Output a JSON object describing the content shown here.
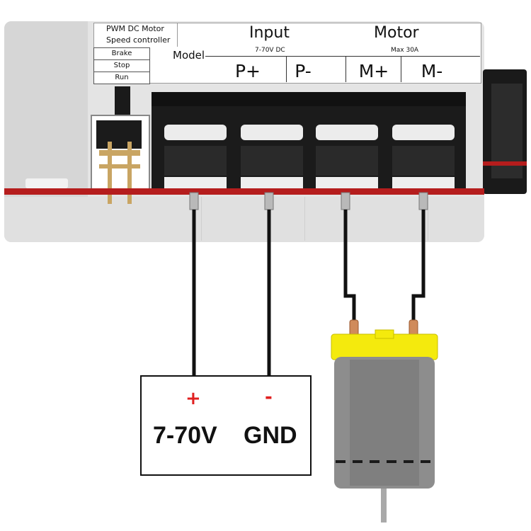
{
  "controller": {
    "title_line1": "PWM DC Motor",
    "title_line2": "Speed controller",
    "model_label": "Model",
    "modes": [
      "Brake",
      "Stop",
      "Run"
    ],
    "input": {
      "title": "Input",
      "subtitle": "7-70V DC"
    },
    "motor": {
      "title": "Motor",
      "subtitle": "Max 30A"
    },
    "terminals": [
      "P+",
      "P-",
      "M+",
      "M-"
    ]
  },
  "power_supply": {
    "plus_symbol": "+",
    "minus_symbol": "-",
    "voltage_label": "7-70V",
    "ground_label": "GND"
  },
  "colors": {
    "housing": "#e4e4e4",
    "red_stripe": "#b51d1d",
    "terminal_block": "#1b1b1b",
    "motor_cap": "#f4ea0d",
    "motor_body": "#8d8d8d",
    "polarity_red": "#e02020"
  }
}
